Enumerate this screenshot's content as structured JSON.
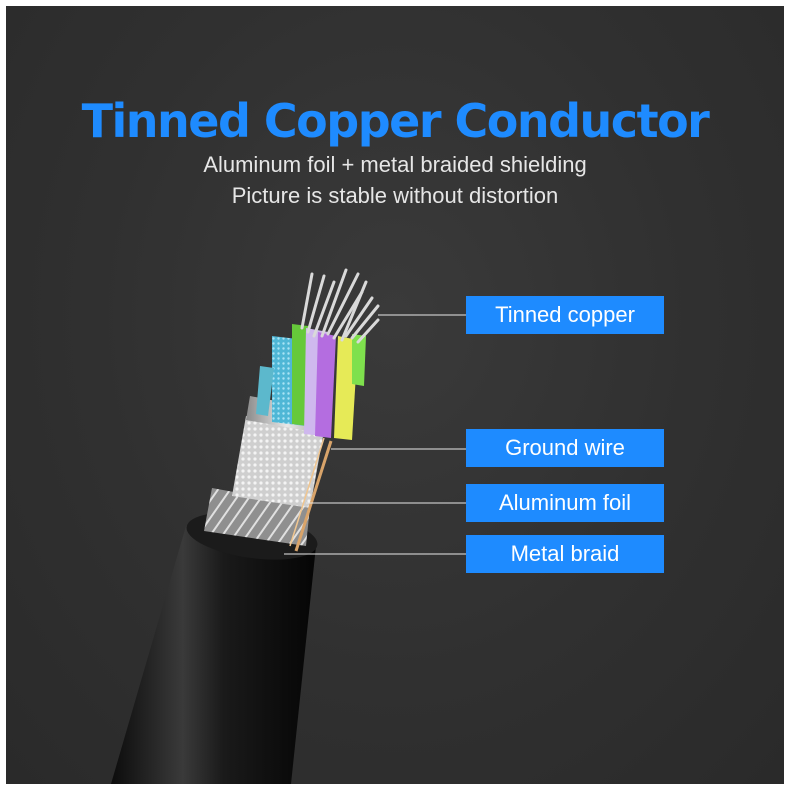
{
  "title": "Tinned Copper Conductor",
  "subtitle_lines": [
    "Aluminum foil + metal braided shielding",
    "Picture is stable without distortion"
  ],
  "labels": {
    "tinned_copper": "Tinned copper",
    "ground_wire": "Ground wire",
    "aluminum_foil": "Aluminum foil",
    "metal_braid": "Metal braid"
  },
  "colors": {
    "background": "#333333",
    "accent": "#1e8bff",
    "label_text": "#ffffff",
    "subtitle_text": "#e6e6e6"
  }
}
